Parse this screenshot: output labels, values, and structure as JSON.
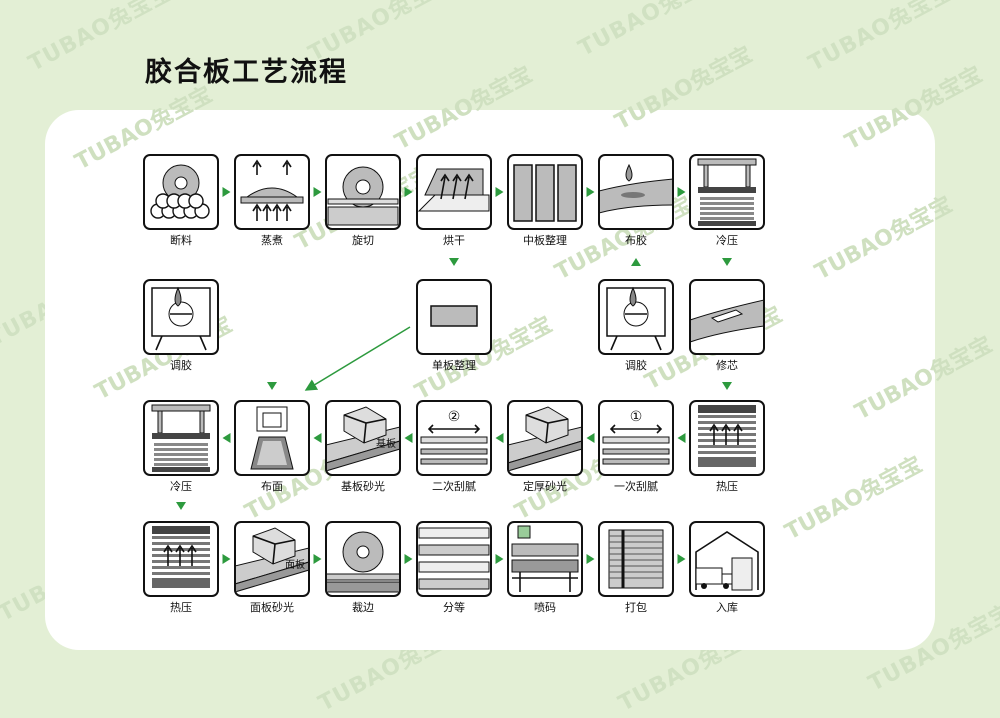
{
  "title": "胶合板工艺流程",
  "watermark": "TUBAO兔宝宝",
  "colors": {
    "background": "#e3efd5",
    "arrow": "#2d9a3e",
    "panel": "#ffffff"
  },
  "steps": [
    {
      "label": "断料",
      "icon": "log-saw-icon"
    },
    {
      "label": "蒸煮",
      "icon": "steaming-icon"
    },
    {
      "label": "旋切",
      "icon": "rotary-cut-icon"
    },
    {
      "label": "烘干",
      "icon": "drying-icon"
    },
    {
      "label": "中板整理",
      "icon": "core-veneer-icon"
    },
    {
      "label": "布胶",
      "icon": "glue-spread-icon"
    },
    {
      "label": "冷压",
      "icon": "cold-press-icon"
    },
    {
      "label": "单板整理",
      "icon": "veneer-sort-icon"
    },
    {
      "label": "调胶",
      "icon": "glue-mixing-icon"
    },
    {
      "label": "调胶",
      "icon": "glue-mixing-icon"
    },
    {
      "label": "修芯",
      "icon": "core-repair-icon"
    },
    {
      "label": "冷压",
      "icon": "cold-press-icon"
    },
    {
      "label": "布面",
      "icon": "face-lay-icon"
    },
    {
      "label": "基板砂光",
      "icon": "sanding-icon",
      "tag": "基板"
    },
    {
      "label": "二次刮腻",
      "icon": "putty-icon",
      "tag": "②"
    },
    {
      "label": "定厚砂光",
      "icon": "sanding-icon"
    },
    {
      "label": "一次刮腻",
      "icon": "putty-icon",
      "tag": "①"
    },
    {
      "label": "热压",
      "icon": "hot-press-icon"
    },
    {
      "label": "热压",
      "icon": "hot-press-icon"
    },
    {
      "label": "面板砂光",
      "icon": "sanding-icon",
      "tag": "面板"
    },
    {
      "label": "裁边",
      "icon": "edge-trim-icon"
    },
    {
      "label": "分等",
      "icon": "grading-icon"
    },
    {
      "label": "喷码",
      "icon": "printing-icon"
    },
    {
      "label": "打包",
      "icon": "packing-icon"
    },
    {
      "label": "入库",
      "icon": "warehouse-icon"
    }
  ]
}
